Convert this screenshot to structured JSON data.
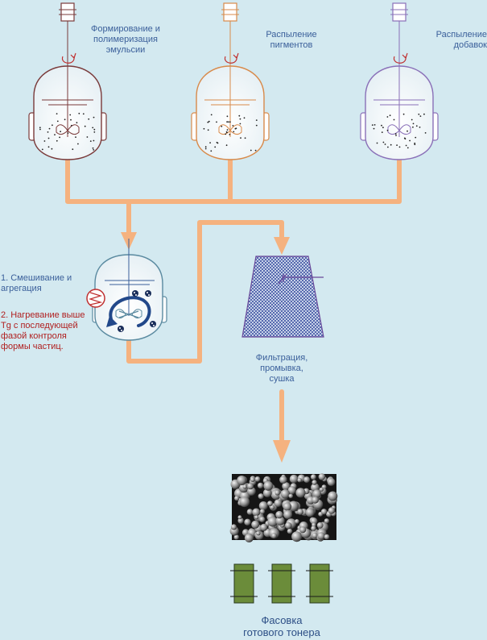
{
  "reactors": {
    "emulsion": {
      "label": "Формирование и\nполимеризация\nэмульсии",
      "color": "#7a3a3a"
    },
    "pigments": {
      "label": "Распыление\nпигментов",
      "color": "#d88a4a"
    },
    "additives": {
      "label": "Распыление\nдобавок",
      "color": "#8a70b8"
    }
  },
  "mixer": {
    "step1": "1. Смешивание и\nагрегация",
    "step2": "2. Нагревание выше\nTg с последующей\nфазой контроля\nформы частиц."
  },
  "filter": {
    "label": "Фильтрация,\nпромывка,\nсушка"
  },
  "packing": {
    "label": "Фасовка\nготового тонера"
  },
  "colors": {
    "background": "#d3e9f0",
    "pipe": "#f5b27f",
    "text": "#3a5f9a",
    "text_red": "#b01e1e",
    "cartridge": "#6b8c3a",
    "filter_hatch": "#3a4fa0"
  },
  "icons": [
    "stirrer-icon",
    "heater-coil-icon",
    "toner-particles-image",
    "toner-cartridge-icon"
  ]
}
